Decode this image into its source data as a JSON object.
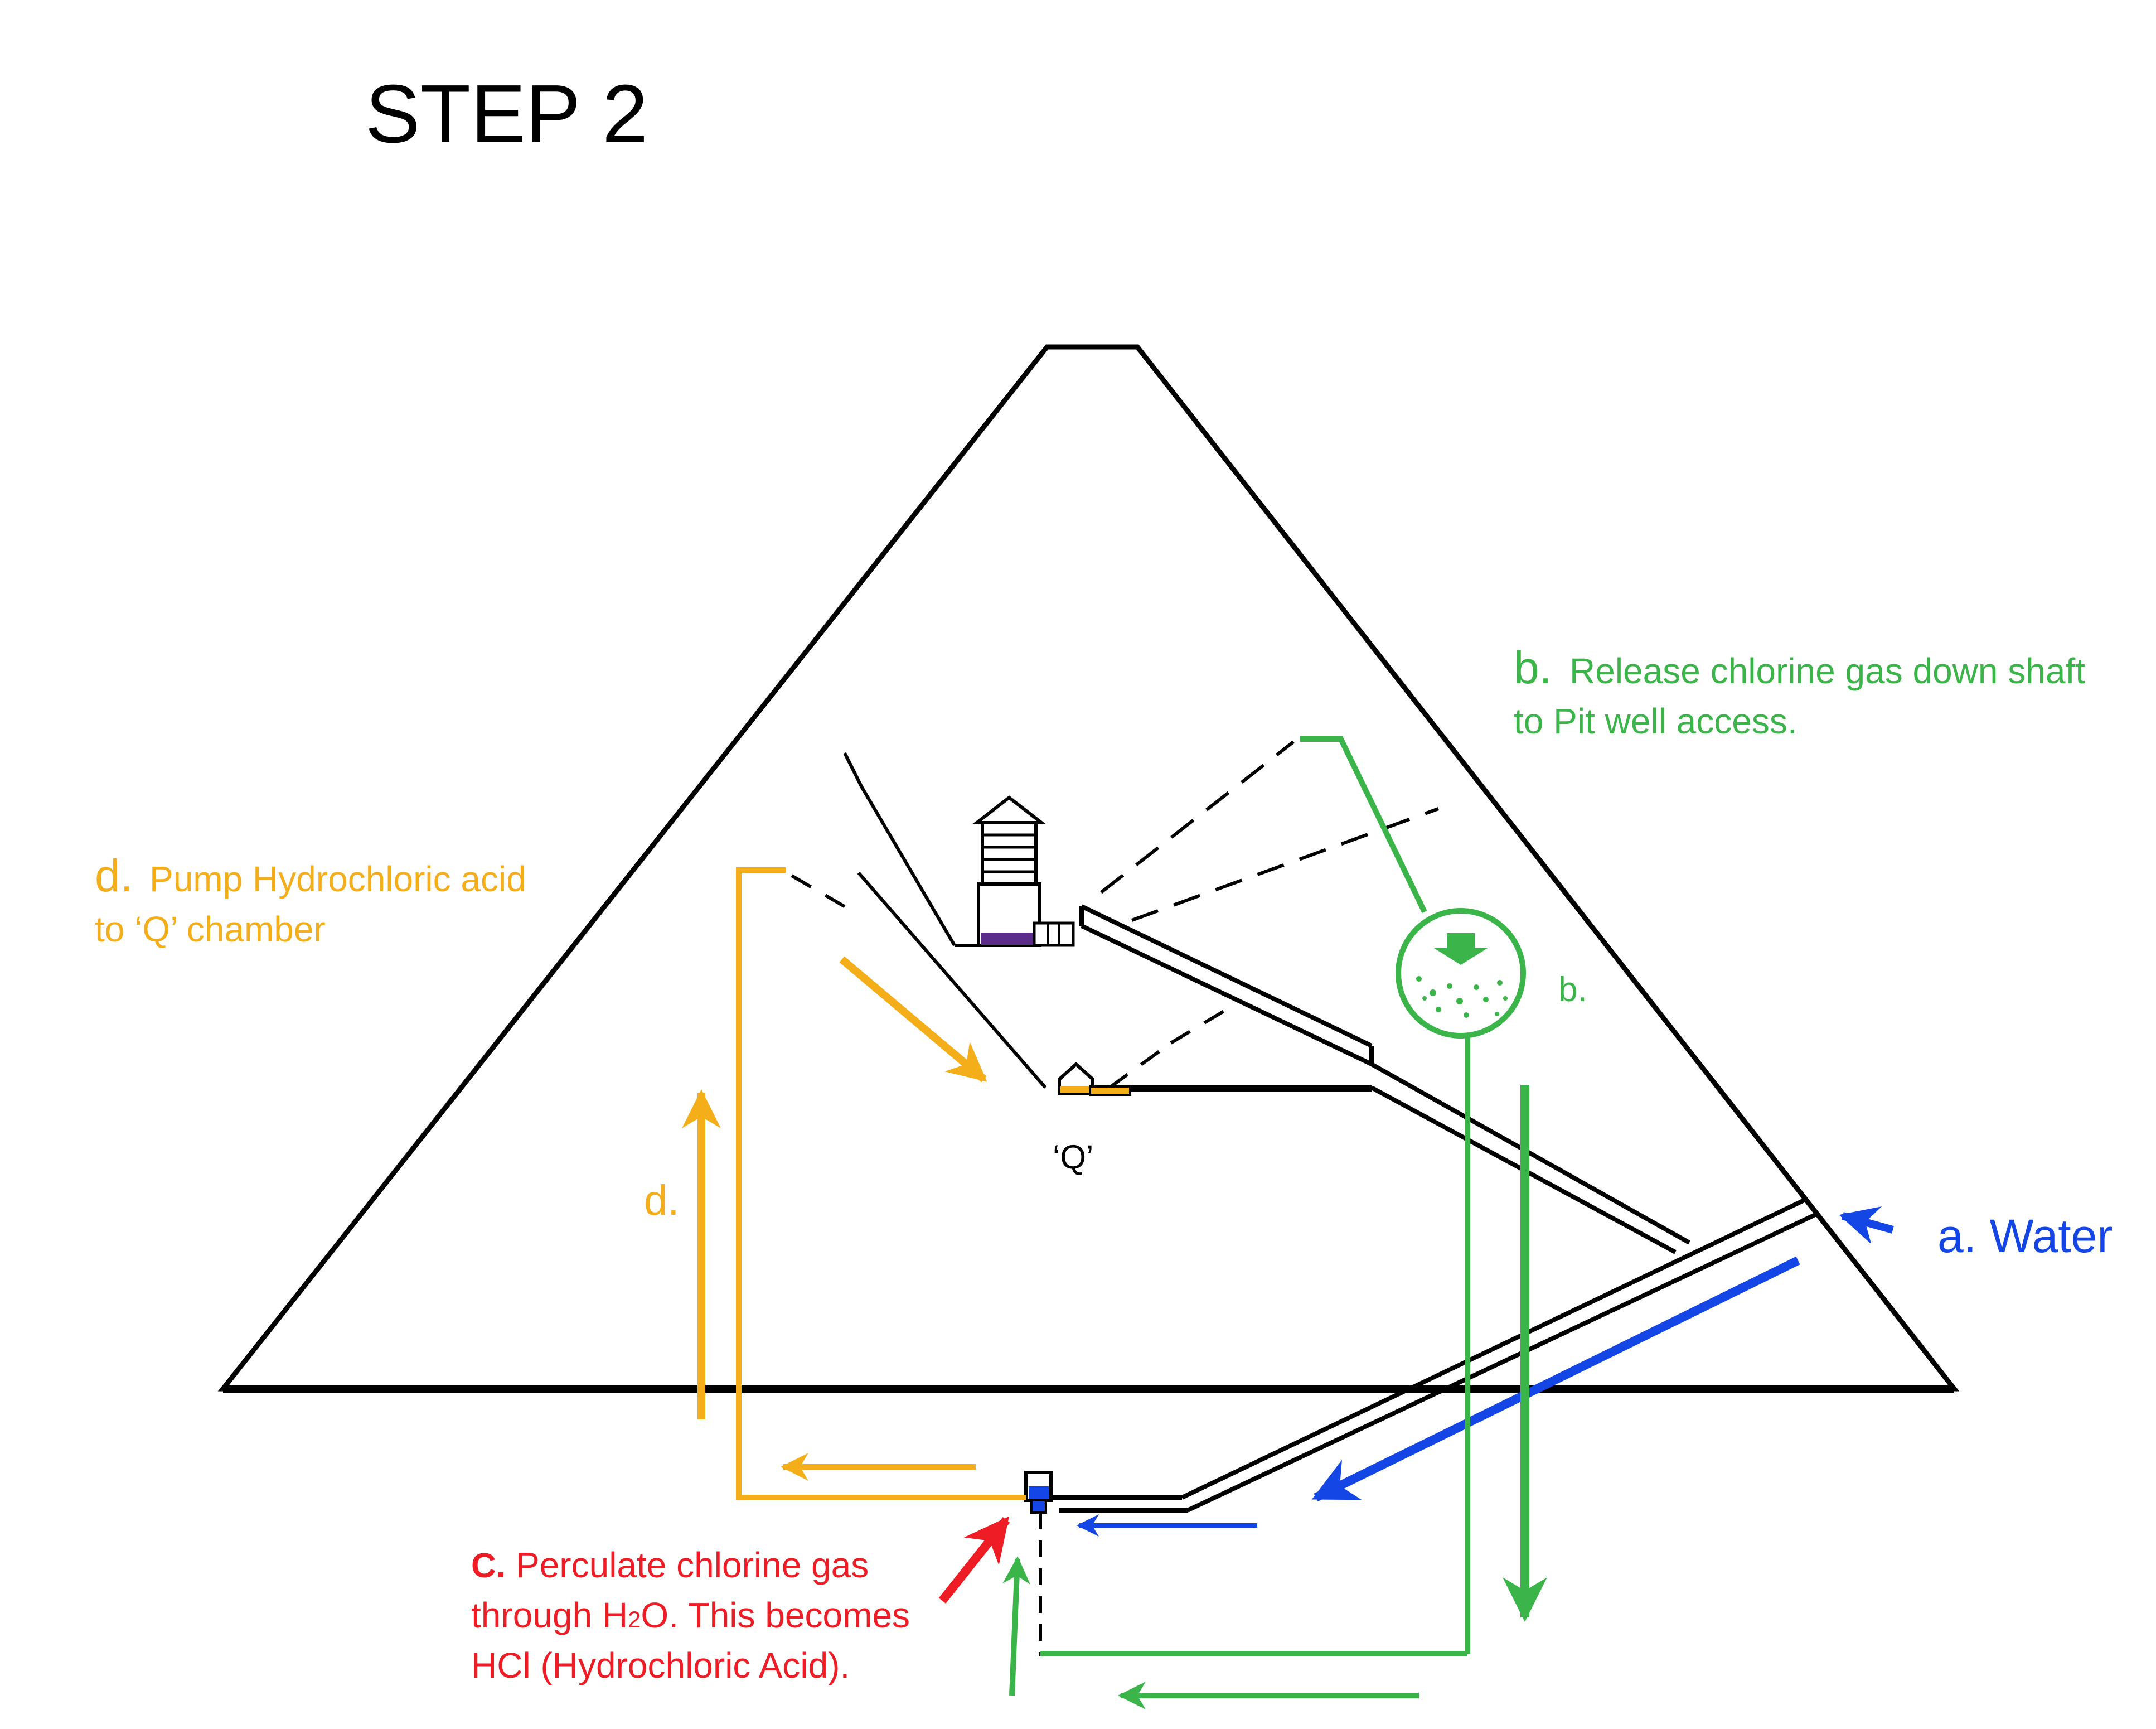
{
  "title": "STEP 2",
  "labels": {
    "q_chamber": "‘Q’",
    "d_marker": "d.",
    "b_marker": "b."
  },
  "steps": {
    "a": {
      "prefix": "a.",
      "text": "Water"
    },
    "b": {
      "prefix": "b.",
      "line1": "Release chlorine gas down shaft",
      "line2": "to Pit well access."
    },
    "c": {
      "prefix": "C.",
      "line1": "Perculate chlorine gas",
      "line2_pre": "through H",
      "line2_sub": "2",
      "line2_post": "O. This becomes",
      "line3": "HCl (Hydrochloric Acid)."
    },
    "d": {
      "prefix": "d.",
      "line1": "Pump Hydrochloric acid",
      "line2": "to ‘Q’ chamber"
    }
  },
  "colors": {
    "water": "#1446e6",
    "chlorine": "#3bb54a",
    "reaction": "#ee1c24",
    "acid": "#f4ae1a",
    "outline": "#000000",
    "king_chamber_fill": "#5b2c8a"
  }
}
